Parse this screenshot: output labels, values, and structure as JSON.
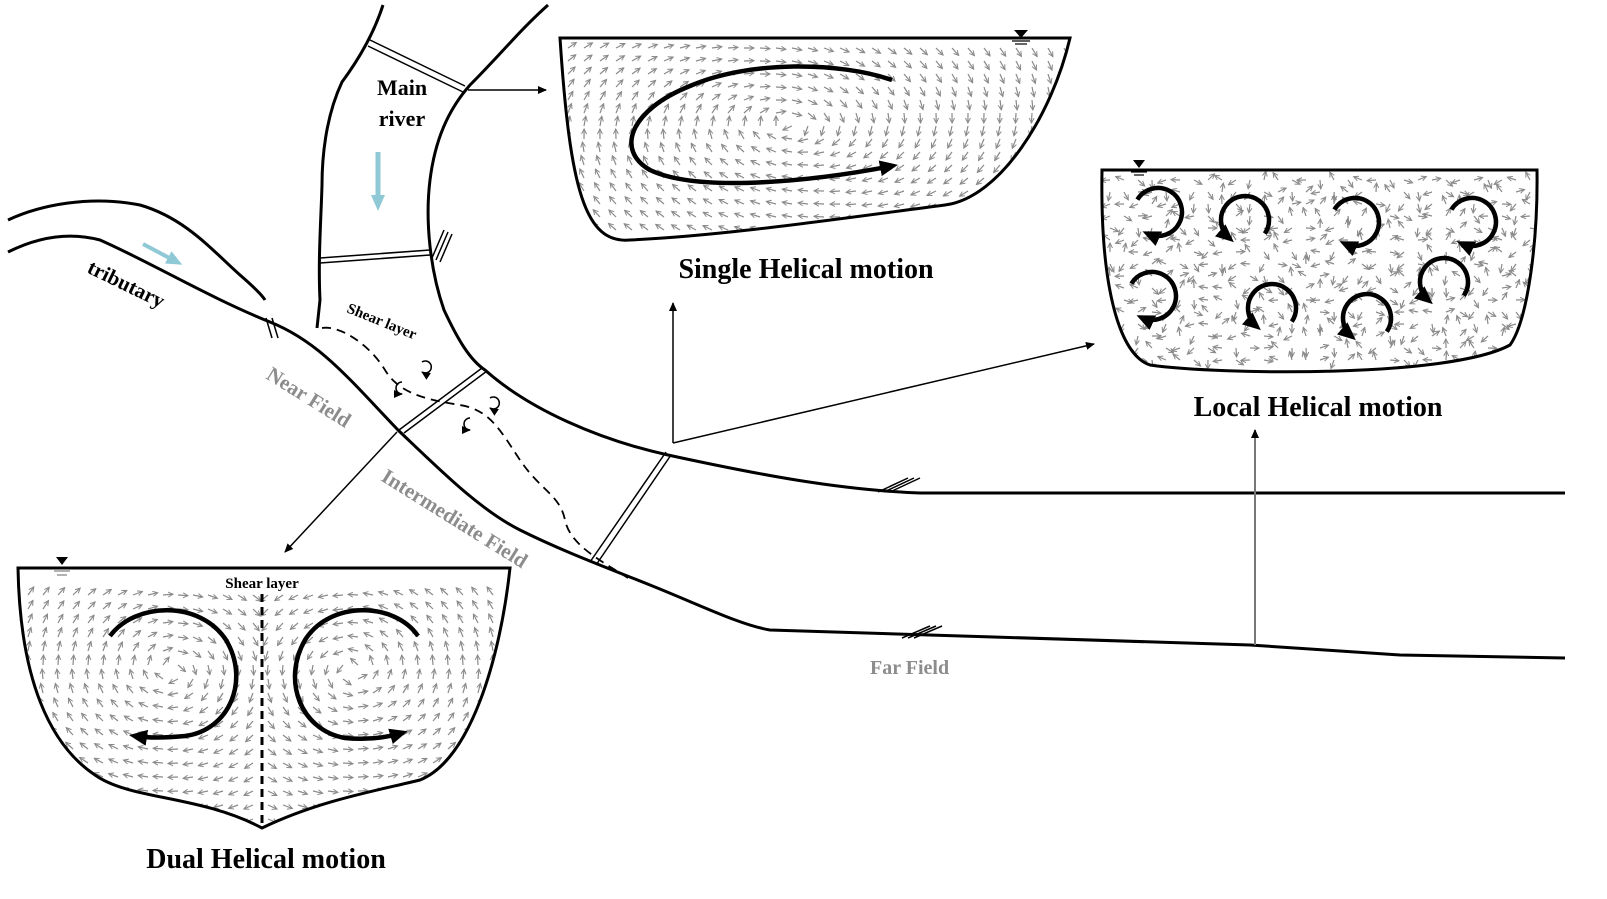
{
  "labels": {
    "main_river": [
      "Main",
      "river"
    ],
    "tributary": "tributary",
    "shear_layer_plan": "Shear layer",
    "shear_layer_section": "Shear layer",
    "near_field": "Near Field",
    "intermediate_field": "Intermediate Field",
    "far_field": "Far Field"
  },
  "titles": {
    "single": "Single Helical motion",
    "local": "Local Helical motion",
    "dual": "Dual Helical motion"
  },
  "icons": {
    "water_surface": "water-surface-triangle-icon",
    "flow_arrow": "flow-direction-arrow-icon",
    "vortex": "vortex-icon"
  },
  "colors": {
    "flow_arrow": "#8fc9d6",
    "field_label": "#8c8c8c",
    "vectors": "#8a8a8a"
  }
}
